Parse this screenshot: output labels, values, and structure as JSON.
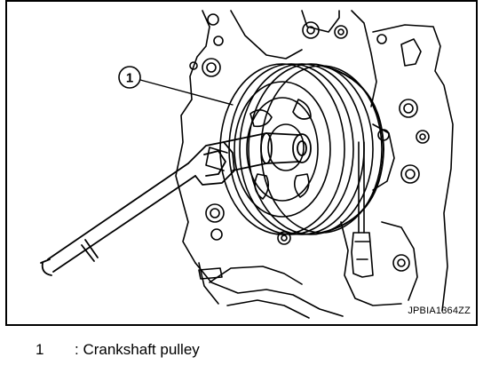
{
  "callout": {
    "number": "1"
  },
  "figure_code": "JPBIA1364ZZ",
  "legend": [
    {
      "number": "1",
      "label": ": Crankshaft pulley"
    }
  ]
}
